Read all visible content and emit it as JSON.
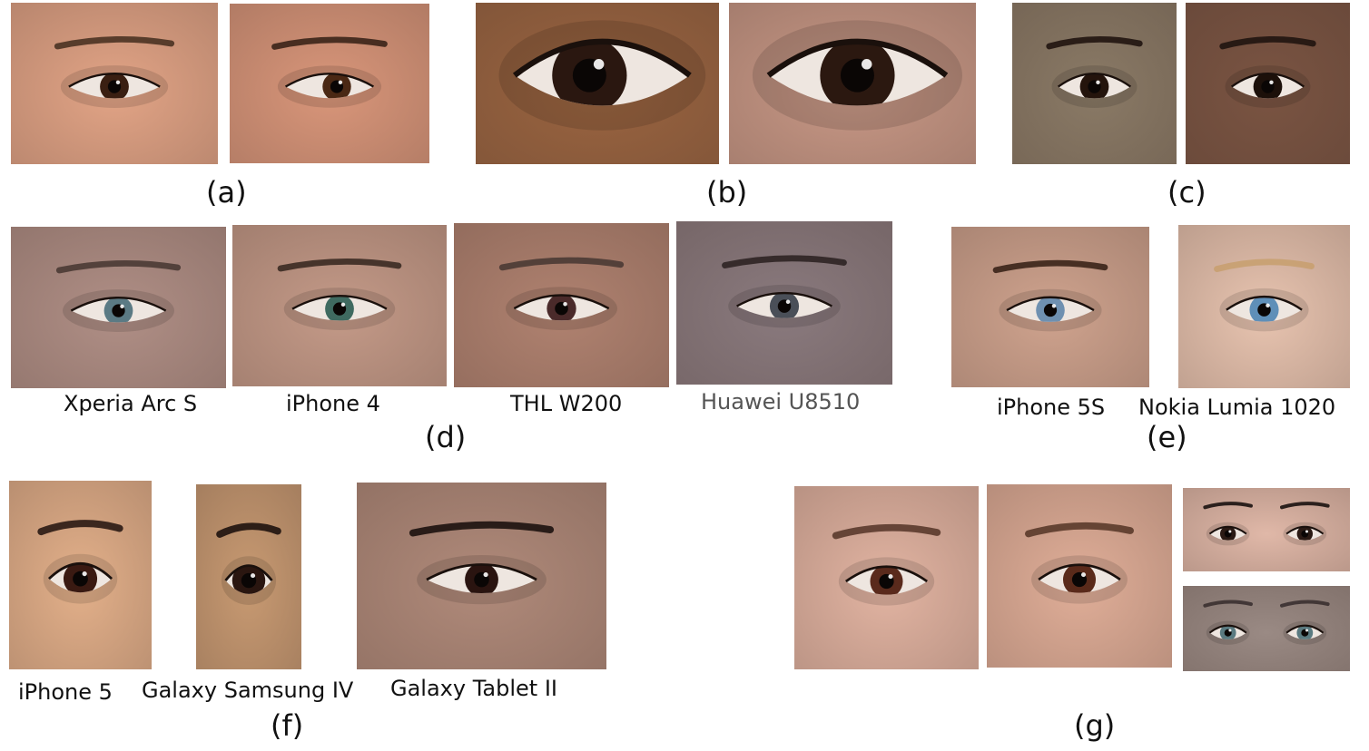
{
  "panels": {
    "a": {
      "label": "(a)",
      "photos": [
        {
          "skin": "#e2a486",
          "iris": "#3a1f12",
          "brow": "#4a3222"
        },
        {
          "skin": "#d9967a",
          "iris": "#4a2814",
          "brow": "#3a2418"
        }
      ]
    },
    "b": {
      "label": "(b)",
      "photos": [
        {
          "skin": "#9a6440",
          "iris": "#2a1710",
          "brow": "#3a2418"
        },
        {
          "skin": "#c89886",
          "iris": "#2b1810",
          "brow": "#2a1a14"
        }
      ]
    },
    "c": {
      "label": "(c)",
      "photos": [
        {
          "skin": "#8a7a66",
          "iris": "#24140c",
          "brow": "#201410"
        },
        {
          "skin": "#7a5442",
          "iris": "#1c100a",
          "brow": "#201410"
        }
      ]
    },
    "d": {
      "label": "(d)",
      "photos": [
        {
          "caption": "Xperia Arc S",
          "skin": "#b08f86",
          "iris": "#5b7a84",
          "brow": "#4a3a34"
        },
        {
          "caption": "iPhone 4",
          "skin": "#c49a88",
          "iris": "#3f6a60",
          "brow": "#3a2a22"
        },
        {
          "caption": "THL W200",
          "skin": "#b08270",
          "iris": "#4a2a2a",
          "brow": "#4a3a34"
        },
        {
          "caption": "Huawei U8510",
          "skin": "#8a7a7e",
          "iris": "#4a4f58",
          "brow": "#2e2424"
        }
      ]
    },
    "e": {
      "label": "(e)",
      "photos": [
        {
          "caption": "iPhone 5S",
          "skin": "#cfa38e",
          "iris": "#6f90b0",
          "brow": "#3a2418"
        },
        {
          "caption": "Nokia Lumia 1020",
          "skin": "#e8c4b0",
          "iris": "#5f8fb8",
          "brow": "#c8a070"
        }
      ]
    },
    "f": {
      "label": "(f)",
      "photos": [
        {
          "caption": "iPhone 5",
          "skin": "#e3b08a",
          "iris": "#3a1a12",
          "brow": "#2a1a14"
        },
        {
          "caption": "Galaxy Samsung IV",
          "skin": "#c89a72",
          "iris": "#2a1610",
          "brow": "#1e120e"
        },
        {
          "caption": "Galaxy Tablet II",
          "skin": "#b08a7a",
          "iris": "#2a1410",
          "brow": "#1c120e"
        }
      ]
    },
    "g": {
      "label": "(g)",
      "photos": [
        {
          "skin": "#e2b4a2",
          "iris": "#5a2a1c",
          "brow": "#5a3a2c"
        },
        {
          "skin": "#e0ae98",
          "iris": "#5a2a1a",
          "brow": "#5a3a2a"
        },
        {
          "skin": "#e0b8a8",
          "iris": "#2a1a14",
          "brow": "#1a1210"
        },
        {
          "skin": "#9a8a84",
          "iris": "#5a7a80",
          "brow": "#3a3030"
        }
      ]
    }
  }
}
